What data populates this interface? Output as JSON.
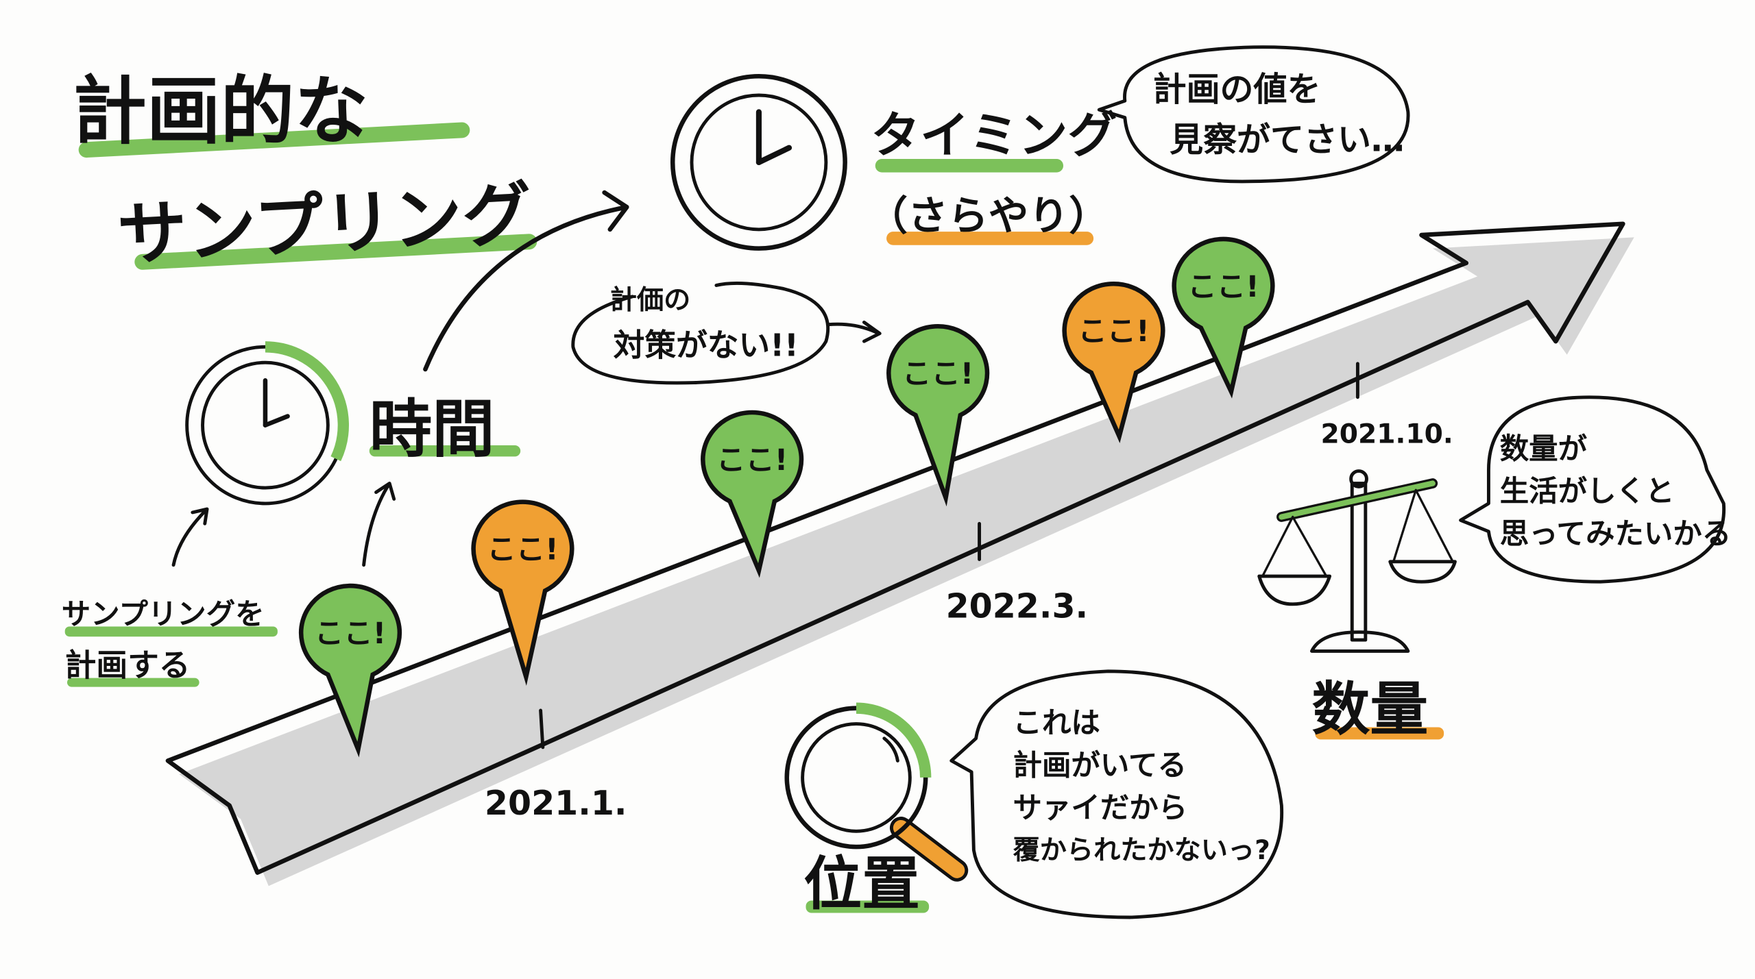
{
  "colors": {
    "green": "#7cc15a",
    "orange": "#f0a033",
    "ink": "#111111",
    "shadow": "#d6d6d6"
  },
  "title": {
    "line1": "計画的な",
    "line2": "サンプリング"
  },
  "left_note": {
    "line1": "サンプリングを",
    "line2": "計画する"
  },
  "time_label": "時間",
  "timing": {
    "label": "タイミング",
    "sub": "（さらやり）"
  },
  "bubble_top": {
    "line1": "計画の値を",
    "line2": "見察がてさい…"
  },
  "bubble_mid": {
    "line1": "計価の",
    "line2": "対策がない!!"
  },
  "pins": [
    {
      "label": "ここ!",
      "color": "green"
    },
    {
      "label": "ここ!",
      "color": "orange"
    },
    {
      "label": "ここ!",
      "color": "green"
    },
    {
      "label": "ここ!",
      "color": "green"
    },
    {
      "label": "ここ!",
      "color": "orange"
    },
    {
      "label": "ここ!",
      "color": "green"
    }
  ],
  "dates": [
    "2021.1.",
    "2022.3.",
    "2021.10."
  ],
  "position": {
    "label": "位置",
    "bubble": [
      "これは",
      "計画がいてる",
      "サァイだから",
      "覆かられたかないっ?"
    ]
  },
  "quantity": {
    "label": "数量",
    "bubble": [
      "数量が",
      "生活がしくと",
      "思ってみたいかる"
    ]
  },
  "icons": [
    "clock-icon",
    "clock-icon",
    "magnifier-icon",
    "balance-scale-icon",
    "arrow-icon"
  ]
}
